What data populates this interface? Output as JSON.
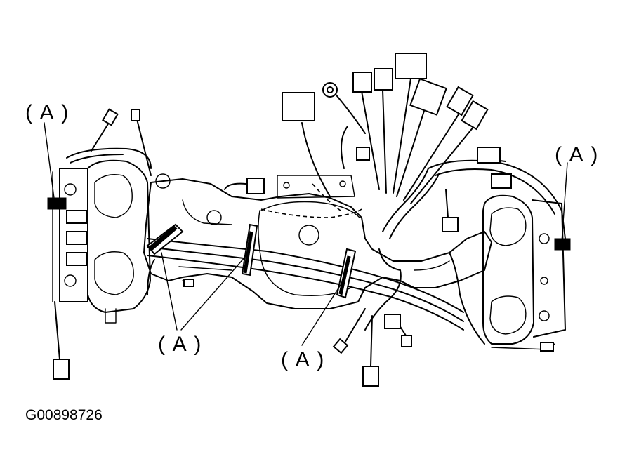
{
  "callouts": {
    "top_left": "( A )",
    "top_right": "( A )",
    "bottom_center_left": "( A )",
    "bottom_center_right": "( A )"
  },
  "figure_id": "G00898726",
  "colors": {
    "ink": "#000000",
    "paper": "#ffffff"
  }
}
